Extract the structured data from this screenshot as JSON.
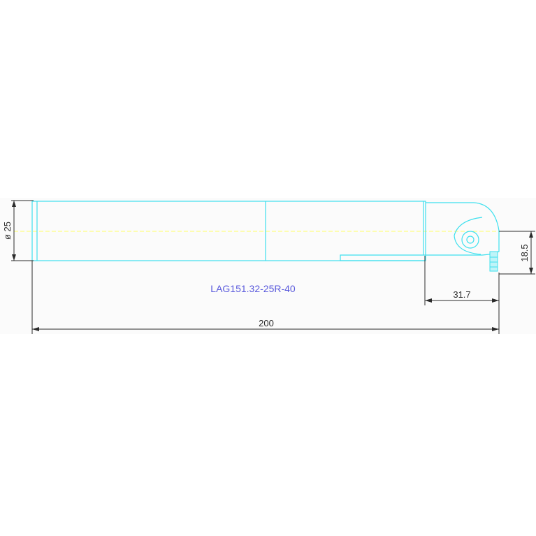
{
  "drawing": {
    "part_label": "LAG151.32-25R-40",
    "dimensions": {
      "diameter": "ø 25",
      "overall_length": "200",
      "head_offset": "31.7",
      "center_height": "18.5"
    },
    "colors": {
      "background": "#ffffff",
      "panel": "#fbfbfb",
      "outline": "#3ee0ee",
      "centerline": "#ffff66",
      "dimension_line": "#2b2b2b",
      "label": "#5a5adc"
    }
  }
}
